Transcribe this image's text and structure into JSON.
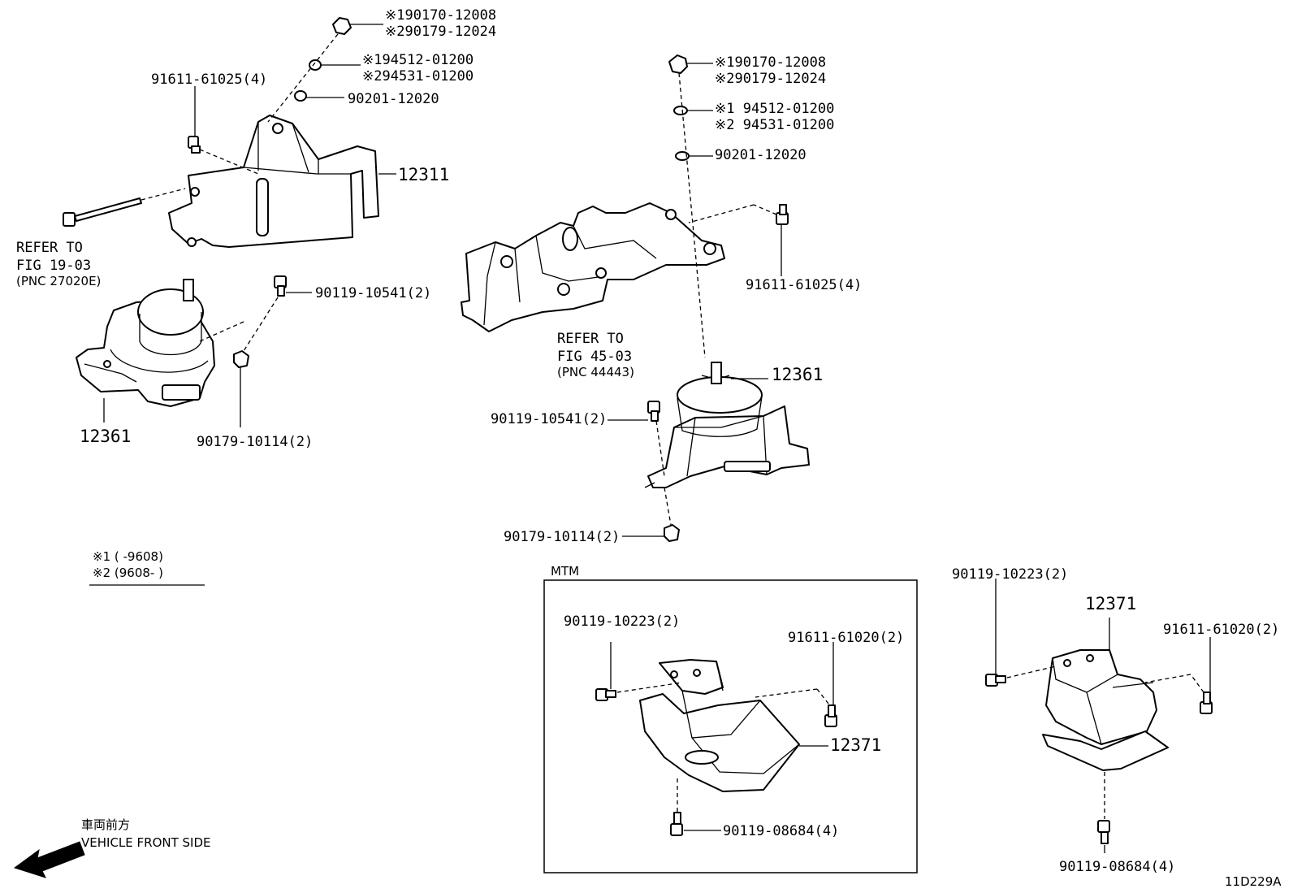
{
  "labels": {
    "l1a": "※190170-12008",
    "l1b": "※290179-12024",
    "l2a": "※194512-01200",
    "l2b": "※294531-01200",
    "l3": "90201-12020",
    "l4": "91611-61025(4)",
    "l5": "12311",
    "l6a": "REFER TO",
    "l6b": "FIG 19-03",
    "l6c": "(PNC 27020E)",
    "l7": "90119-10541(2)",
    "l8": "12361",
    "l9": "90179-10114(2)",
    "r1a": "※190170-12008",
    "r1b": "※290179-12024",
    "r2a": "※1 94512-01200",
    "r2b": "※2 94531-01200",
    "r3": "90201-12020",
    "r4": "91611-61025(4)",
    "r5a": "REFER TO",
    "r5b": "FIG 45-03",
    "r5c": "(PNC 44443)",
    "r6": "12361",
    "r7": "90119-10541(2)",
    "r8": "90179-10114(2)",
    "note1": "※1 (      -9608)",
    "note2": "※2 (9608-      )",
    "mtm": "MTM",
    "m1": "90119-10223(2)",
    "m2": "91611-61020(2)",
    "m3": "12371",
    "m4": "90119-08684(4)",
    "a1": "90119-10223(2)",
    "a2": "12371",
    "a3": "91611-61020(2)",
    "a4": "90119-08684(4)",
    "front_jp": "車両前方",
    "front_en": "VEHICLE FRONT SIDE",
    "figure_id": "11D229A"
  },
  "icons": {
    "arrow": "front-direction-arrow-icon"
  }
}
